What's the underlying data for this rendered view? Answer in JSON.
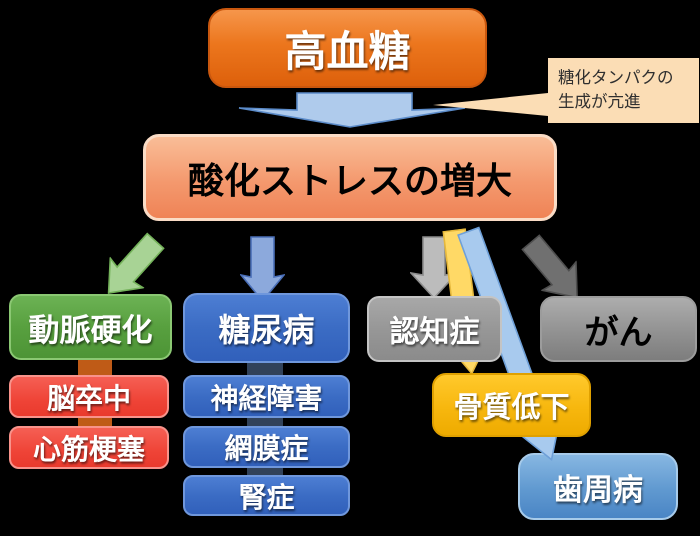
{
  "background": "#000000",
  "nodes": {
    "hyperglycemia": {
      "label": "高血糖",
      "fill_top": "#f6964b",
      "fill_bottom": "#dd600b",
      "border": "#c9570e",
      "text_color": "#ffffff"
    },
    "oxidative_stress": {
      "label": "酸化ストレスの増大",
      "fill_top": "#f9bd97",
      "fill_bottom": "#ef8356",
      "border": "#fadcc6",
      "text_color": "#000000"
    },
    "arteriosclerosis": {
      "label": "動脈硬化",
      "fill": "#58a03f",
      "border": "#8bc873",
      "text_color": "#ffffff"
    },
    "stroke": {
      "label": "脳卒中",
      "fill": "#ef4437",
      "border": "#f8938b",
      "text_color": "#ffffff"
    },
    "myocardial_infarction": {
      "label": "心筋梗塞",
      "fill": "#ef4437",
      "border": "#f8938b",
      "text_color": "#ffffff"
    },
    "diabetes": {
      "label": "糖尿病",
      "fill": "#3b6cc4",
      "border": "#6f97dc",
      "text_color": "#ffffff"
    },
    "neuropathy": {
      "label": "神経障害",
      "fill": "#3b6cc4",
      "border": "#6f97dc",
      "text_color": "#ffffff"
    },
    "retinopathy": {
      "label": "網膜症",
      "fill": "#3b6cc4",
      "border": "#6f97dc",
      "text_color": "#ffffff"
    },
    "nephropathy": {
      "label": "腎症",
      "fill": "#3b6cc4",
      "border": "#6f97dc",
      "text_color": "#ffffff"
    },
    "dementia": {
      "label": "認知症",
      "fill": "#979797",
      "border": "#c4c4c4",
      "text_color": "#ffffff"
    },
    "cancer": {
      "label": "がん",
      "fill": "#949494",
      "border": "#9c9c9c",
      "text_color": "#000000"
    },
    "bone_quality_decline": {
      "label": "骨質低下",
      "fill": "#f7b70e",
      "border": "#dfa000",
      "text_color": "#ffffff"
    },
    "periodontal_disease": {
      "label": "歯周病",
      "fill": "#6099d0",
      "border": "#a7cbea",
      "text_color": "#ffffff"
    }
  },
  "callout": {
    "line1": "糖化タンパクの",
    "line2": "生成が亢進",
    "fill": "#fbddb5",
    "text_color": "#2f2f2f"
  },
  "arrows": {
    "main_down": {
      "fill": "#afcbec",
      "stroke": "#5b8bc9"
    },
    "to_arteriosclerosis": {
      "fill": "#a8d395",
      "stroke": "#74b25a"
    },
    "to_diabetes": {
      "fill": "#8ca9dc",
      "stroke": "#4a6fb8"
    },
    "to_dementia": {
      "fill": "#bcbcbc",
      "stroke": "#8c8c8c"
    },
    "to_bone_quality": {
      "fill": "#ffd966",
      "stroke": "#e6b83c"
    },
    "to_periodontal": {
      "fill": "#a8caee",
      "stroke": "#6fa0d8"
    },
    "to_cancer": {
      "fill": "#707070",
      "stroke": "#4f4f4f"
    }
  },
  "connectors": {
    "left_column": "#bf5b17",
    "blue_column": "#31425a"
  }
}
